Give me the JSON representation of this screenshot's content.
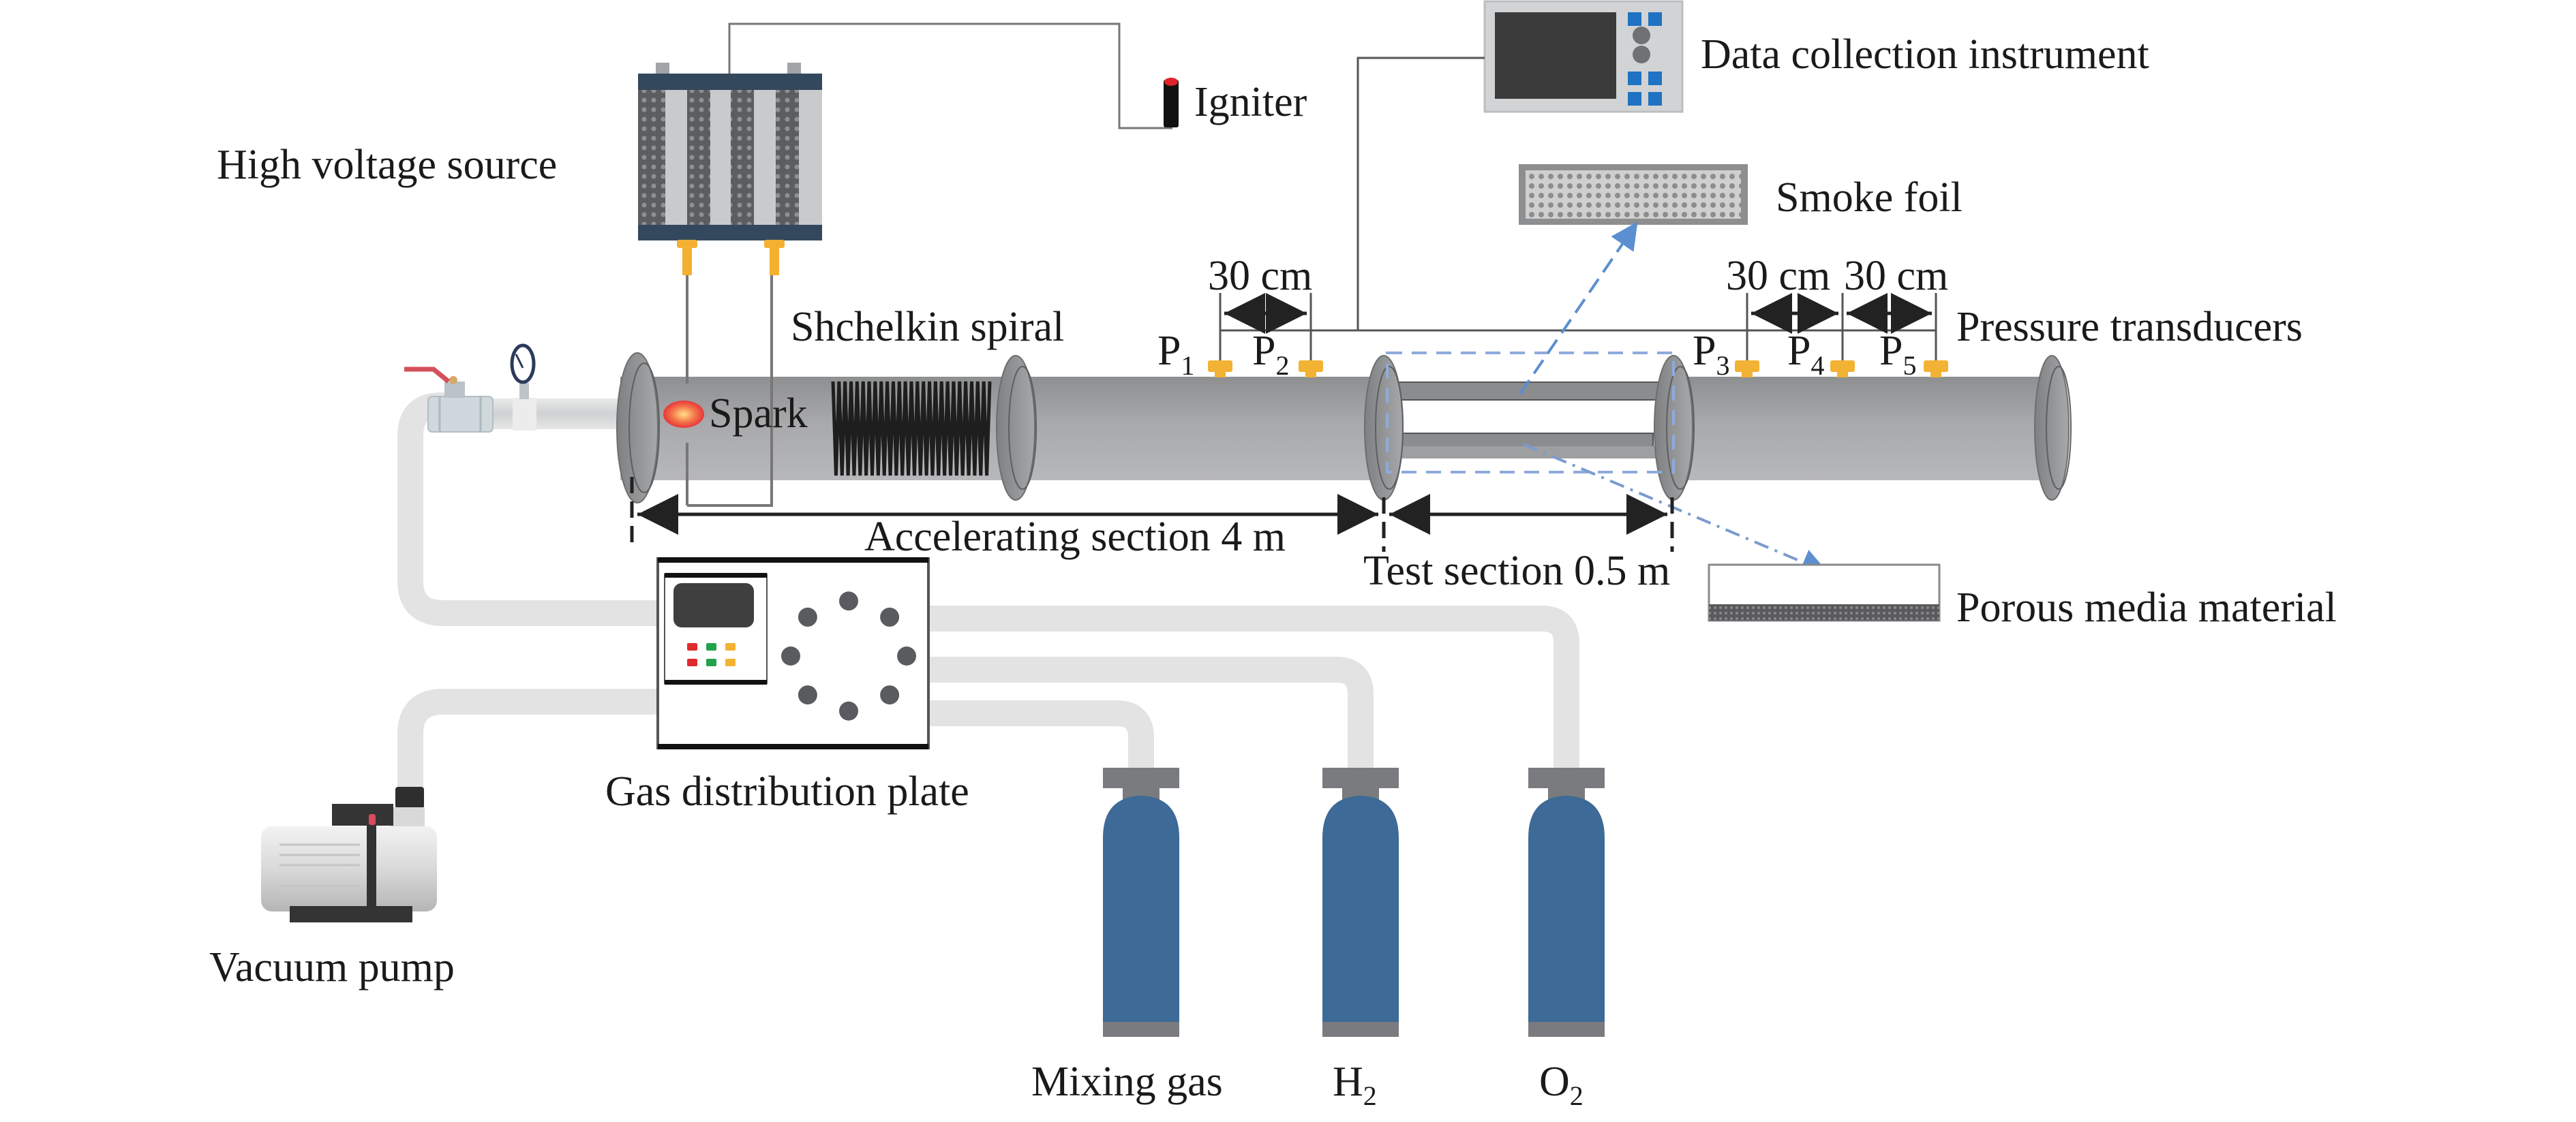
{
  "diagram": {
    "type": "experimental-setup schematic",
    "labels": {
      "high_voltage_source": "High voltage source",
      "igniter": "Igniter",
      "data_collection_instrument": "Data collection instrument",
      "smoke_foil": "Smoke foil",
      "shchelkin_spiral": "Shchelkin spiral",
      "spark": "Spark",
      "pressure_transducers": "Pressure transducers",
      "accelerating_section": "Accelerating section 4 m",
      "test_section": "Test section 0.5 m",
      "porous_media_material": "Porous media material",
      "gas_distribution_plate": "Gas distribution plate",
      "vacuum_pump": "Vacuum pump"
    },
    "spacing_labels": [
      "30 cm",
      "30 cm",
      "30 cm"
    ],
    "transducers": [
      {
        "letter": "P",
        "index": "1"
      },
      {
        "letter": "P",
        "index": "2"
      },
      {
        "letter": "P",
        "index": "3"
      },
      {
        "letter": "P",
        "index": "4"
      },
      {
        "letter": "P",
        "index": "5"
      }
    ],
    "cylinders": [
      {
        "name": "Mixing gas",
        "sub": ""
      },
      {
        "name": "H",
        "sub": "2"
      },
      {
        "name": "O",
        "sub": "2"
      }
    ],
    "colors": {
      "tube": "#9c9d9f",
      "cylinder": "#3d6a96",
      "transducer": "#f2b233",
      "hv_frame": "#33485c",
      "guide_line": "#6f9ad0",
      "pipe": "#e3e3e3"
    }
  }
}
